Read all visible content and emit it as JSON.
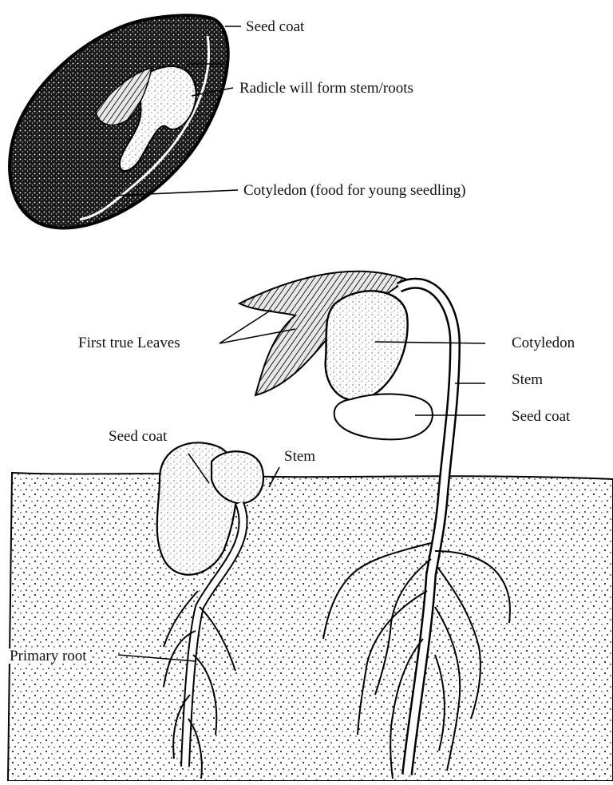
{
  "seed": {
    "labels": {
      "seed_coat": "Seed coat",
      "radicle": "Radicle will form stem/roots",
      "cotyledon": "Cotyledon (food for young seedling)"
    }
  },
  "seedling_left": {
    "labels": {
      "seed_coat": "Seed coat",
      "stem": "Stem",
      "primary_root": "Primary root"
    }
  },
  "seedling_right": {
    "labels": {
      "first_leaves": "First true Leaves",
      "cotyledon": "Cotyledon",
      "stem": "Stem",
      "seed_coat": "Seed coat"
    }
  }
}
